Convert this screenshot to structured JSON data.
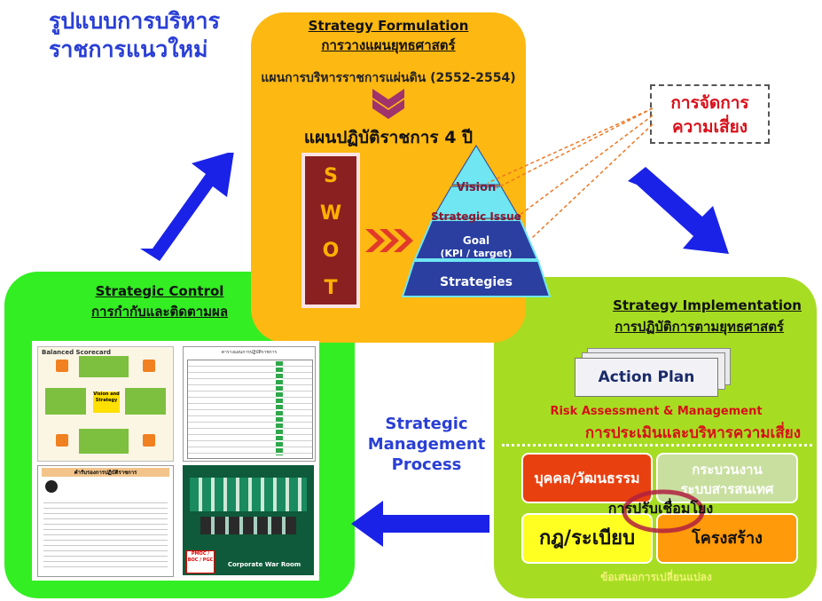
{
  "title": {
    "line1": "รูปแบบการบริหาร",
    "line2": "ราชการแนวใหม่"
  },
  "formulation": {
    "heading_en": "Strategy Formulation",
    "heading_th": "การวางแผนยุทธศาสตร์",
    "national_plan": "แผนการบริหารราชการแผ่นดิน (2552-2554)",
    "four_year_plan": "แผนปฏิบัติราชการ 4 ปี",
    "swot": [
      "S",
      "W",
      "O",
      "T"
    ],
    "pyramid": {
      "vision": "Vision",
      "strategic_issue": "Strategic Issue",
      "goal": "Goal",
      "goal_sub": "(KPI / target)",
      "strategies": "Strategies"
    }
  },
  "risk_management": {
    "line1": "การจัดการ",
    "line2": "ความเสี่ยง"
  },
  "control": {
    "heading_en": "Strategic Control",
    "heading_th": "การกำกับและติดตามผล",
    "scorecard_title": "Balanced Scorecard",
    "scorecard_center": "Vision and Strategy",
    "report_title": "ตารางแผนการปฏิบัติราชการ",
    "form_title": "คำรับรองการปฏิบัติราชการ",
    "war_room_label": "Corporate War Room",
    "war_room_badge": "PMOC / BOC / PGC"
  },
  "process": {
    "line1": "Strategic",
    "line2": "Management",
    "line3": "Process"
  },
  "implementation": {
    "heading_en": "Strategy Implementation",
    "heading_th": "การปฏิบัติการตามยุทธศาสตร์",
    "action_plan": "Action Plan",
    "risk_en": "Risk Assessment & Management",
    "risk_th": "การประเมินและบริหารความเสี่ยง",
    "people": "บุคคล/วัฒนธรรม",
    "process_box_line1": "กระบวนงาน",
    "process_box_line2": "ระบบสารสนเทศ",
    "link": "การปรับเชื่อมโยง",
    "rules": "กฎ/ระเบียบ",
    "structure": "โครงสร้าง",
    "change": "ข้อเสนอการเปลี่ยนแปลง"
  },
  "colors": {
    "blue_arrow": "#1a22e8",
    "gold": "#fdb812",
    "green": "#33ee22",
    "lime": "#a6dd22"
  }
}
